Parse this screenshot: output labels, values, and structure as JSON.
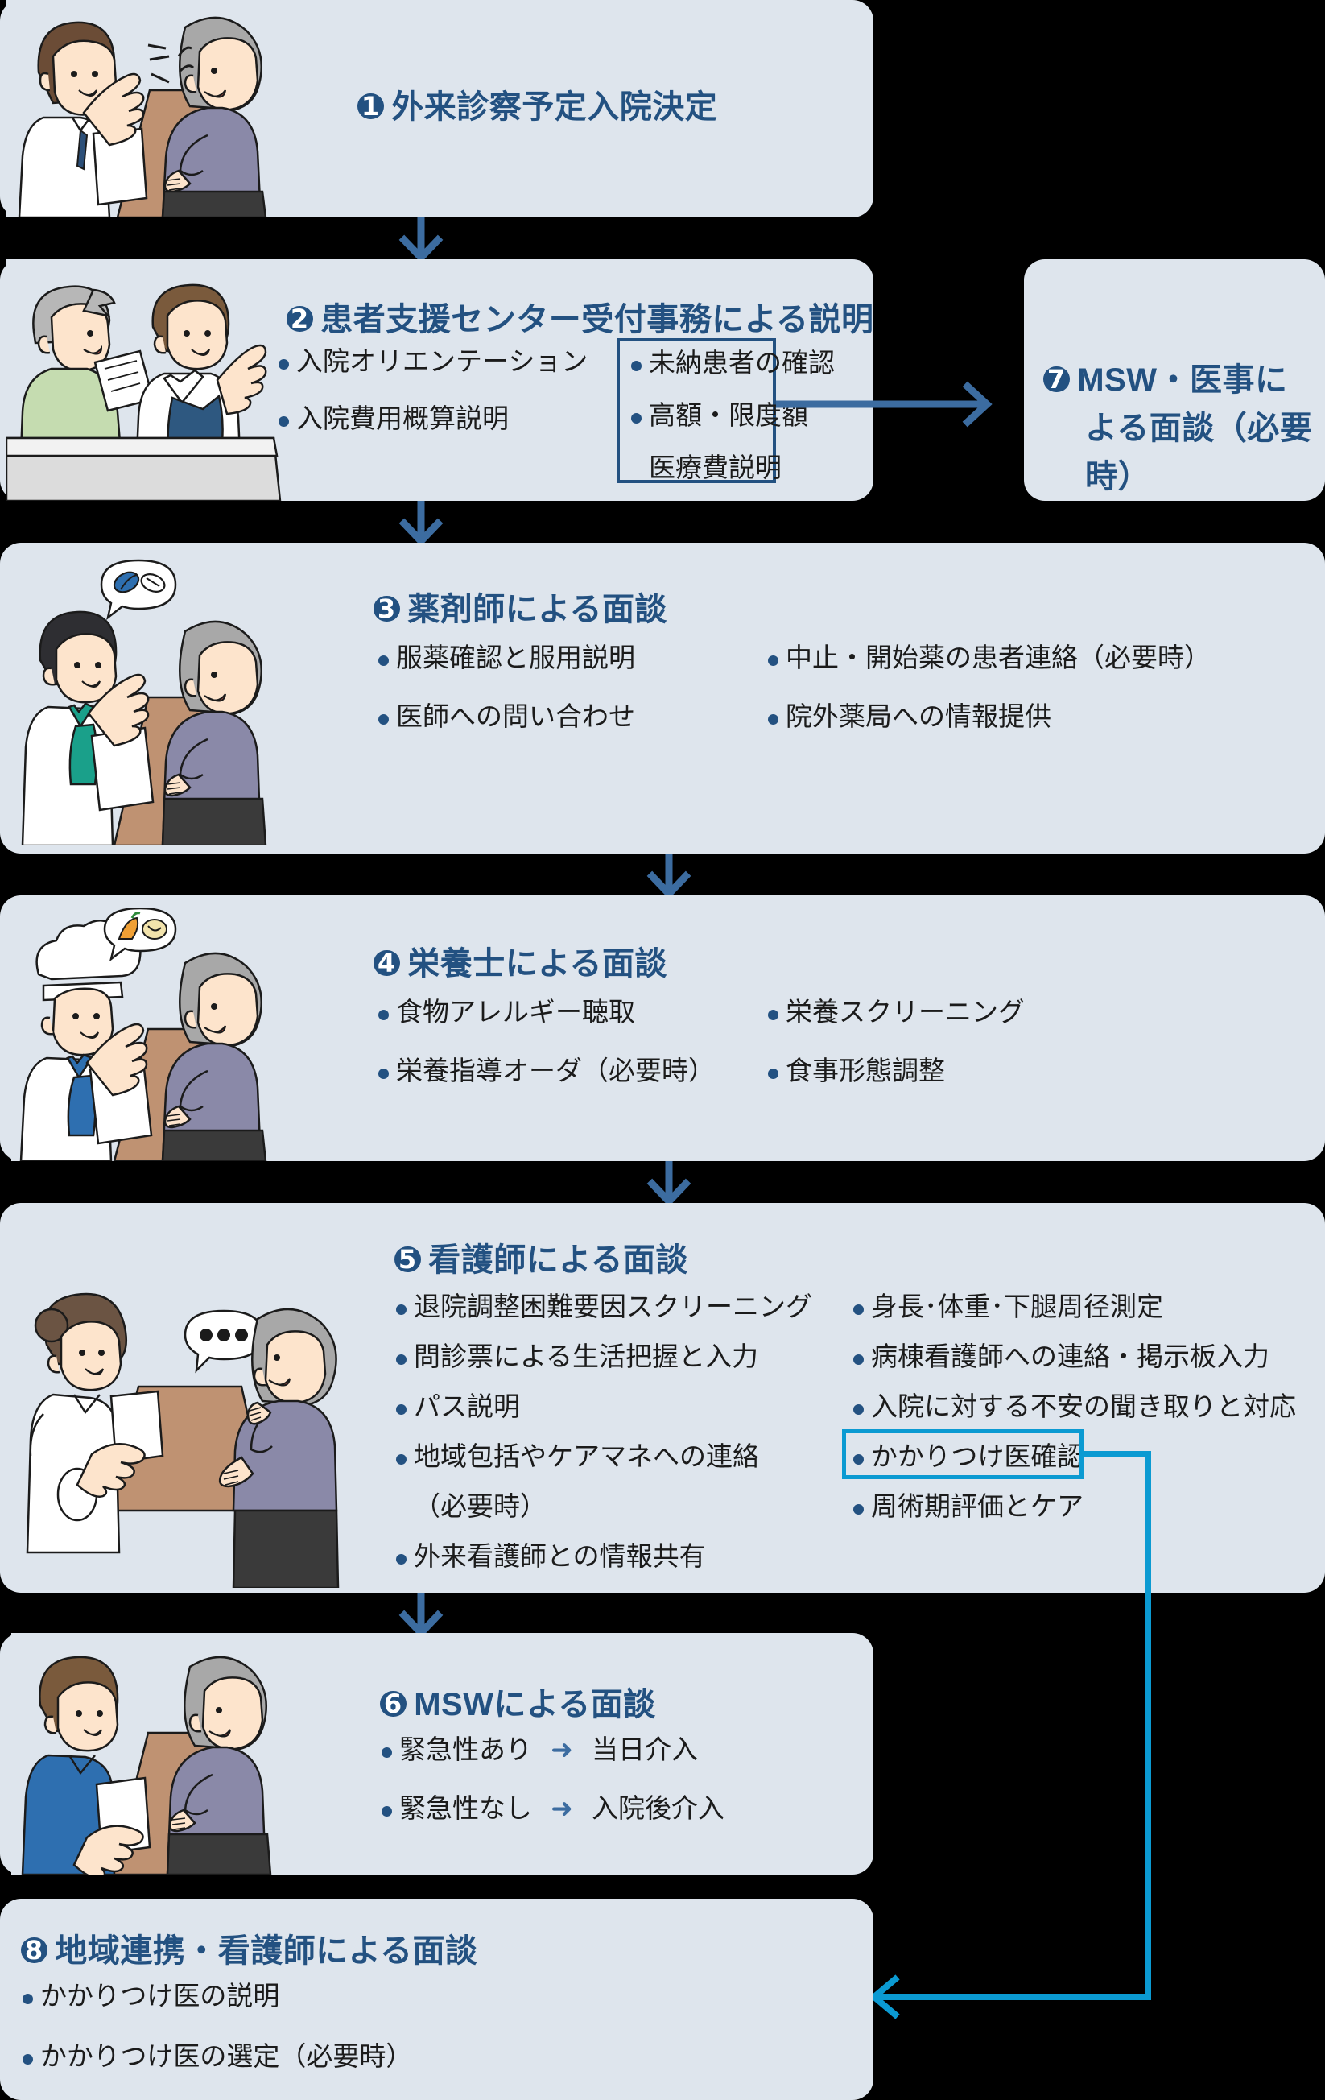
{
  "colors": {
    "card_bg": "#dee5ed",
    "accent_blue": "#235181",
    "arrow_blue": "#3c6ca0",
    "highlight_cyan": "#0b9ad2",
    "page_bg": "#000000",
    "text": "#1b1b1b"
  },
  "steps": [
    {
      "number": "❶",
      "num_plain": "1",
      "title": "外来診察予定入院決定",
      "bullets": [],
      "illustration": "doctor-patient-consult"
    },
    {
      "number": "❷",
      "num_plain": "2",
      "title": "患者支援センター受付事務による説明",
      "bullets": [
        "入院オリエンテーション",
        "入院費用概算説明"
      ],
      "boxed_bullets": [
        "未納患者の確認",
        "高額・限度額",
        "医療費説明"
      ],
      "illustration": "reception-desk-staff"
    },
    {
      "number": "❸",
      "num_plain": "3",
      "title": "薬剤師による面談",
      "bullets_left": [
        "服薬確認と服用説明",
        "医師への問い合わせ"
      ],
      "bullets_right": [
        "中止・開始薬の患者連絡（必要時）",
        "院外薬局への情報提供"
      ],
      "illustration": "pharmacist-patient"
    },
    {
      "number": "❹",
      "num_plain": "4",
      "title": "栄養士による面談",
      "bullets_left": [
        "食物アレルギー聴取",
        "栄養指導オーダ（必要時）"
      ],
      "bullets_right": [
        "栄養スクリーニング",
        "食事形態調整"
      ],
      "illustration": "dietitian-patient"
    },
    {
      "number": "❺",
      "num_plain": "5",
      "title": "看護師による面談",
      "bullets_left": [
        "退院調整困難要因スクリーニング",
        "問診票による生活把握と入力",
        "パス説明",
        "地域包括やケアマネへの連絡",
        "（必要時）",
        "外来看護師との情報共有"
      ],
      "bullets_right": [
        "身長･体重･下腿周径測定",
        "病棟看護師への連絡・掲示板入力",
        "入院に対する不安の聞き取りと対応",
        "かかりつけ医確認",
        "周術期評価とケア"
      ],
      "highlighted_bullet": "かかりつけ医確認",
      "illustration": "nurse-patient-talk"
    },
    {
      "number": "❻",
      "num_plain": "6",
      "title": "MSWによる面談",
      "bullets": [
        "緊急性あり　➜　当日介入",
        "緊急性なし　➜　入院後介入"
      ],
      "bullet_parts": [
        {
          "cond": "緊急性あり",
          "arrow": "➜",
          "result": "当日介入"
        },
        {
          "cond": "緊急性なし",
          "arrow": "➜",
          "result": "入院後介入"
        }
      ],
      "illustration": "msw-patient"
    },
    {
      "number": "❼",
      "num_plain": "7",
      "title_line1": "MSW・医事に",
      "title_line2": "よる面談（必要時）",
      "title": "MSW・医事による面談（必要時）",
      "bullets": []
    },
    {
      "number": "❽",
      "num_plain": "8",
      "title": "地域連携・看護師による面談",
      "bullets": [
        "かかりつけ医の説明",
        "かかりつけ医の選定（必要時）"
      ]
    }
  ],
  "connectors": [
    {
      "name": "arrow-step1-to-step2",
      "kind": "down",
      "color": "#3c6ca0"
    },
    {
      "name": "arrow-step2-to-step3",
      "kind": "down",
      "color": "#3c6ca0"
    },
    {
      "name": "arrow-step2-to-step7",
      "kind": "right",
      "color": "#3c6ca0"
    },
    {
      "name": "arrow-step3-to-step4",
      "kind": "down",
      "color": "#3c6ca0"
    },
    {
      "name": "arrow-step4-to-step5",
      "kind": "down",
      "color": "#3c6ca0"
    },
    {
      "name": "arrow-step5-to-step6",
      "kind": "down",
      "color": "#3c6ca0"
    },
    {
      "name": "arrow-kakaritsuke-to-step8",
      "kind": "elbow-left",
      "color": "#0b9ad2"
    }
  ]
}
